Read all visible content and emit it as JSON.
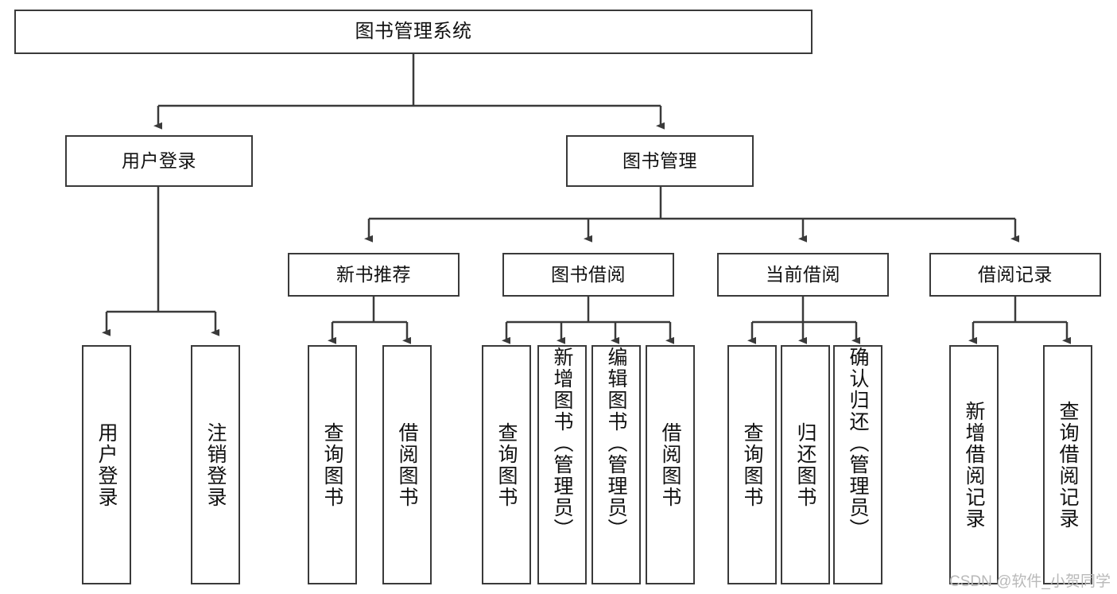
{
  "diagram": {
    "title": "图书管理系统",
    "type": "hierarchy-tree",
    "stroke_color": "#3a3a3a",
    "text_color": "#111111",
    "background_color": "#ffffff",
    "levels": 4
  },
  "watermark": {
    "text": "CSDN @软件_小贺同学",
    "color": "#b9b9b9"
  },
  "nodes": {
    "root": {
      "label": "图书管理系统"
    },
    "level2": [
      {
        "label": "用户登录"
      },
      {
        "label": "图书管理"
      }
    ],
    "level3": [
      {
        "label": "新书推荐"
      },
      {
        "label": "图书借阅"
      },
      {
        "label": "当前借阅"
      },
      {
        "label": "借阅记录"
      }
    ],
    "leaves": {
      "user_login": [
        {
          "label": "用户登录"
        },
        {
          "label": "注销登录"
        }
      ],
      "new_book_recommend": [
        {
          "label": "查询图书"
        },
        {
          "label": "借阅图书"
        }
      ],
      "book_borrow": [
        {
          "label": "查询图书"
        },
        {
          "label": "新增图书（管理员）"
        },
        {
          "label": "编辑图书（管理员）"
        },
        {
          "label": "借阅图书"
        }
      ],
      "current_borrow": [
        {
          "label": "查询图书"
        },
        {
          "label": "归还图书"
        },
        {
          "label": "确认归还（管理员）"
        }
      ],
      "borrow_record": [
        {
          "label": "新增借阅记录"
        },
        {
          "label": "查询借阅记录"
        }
      ]
    }
  }
}
